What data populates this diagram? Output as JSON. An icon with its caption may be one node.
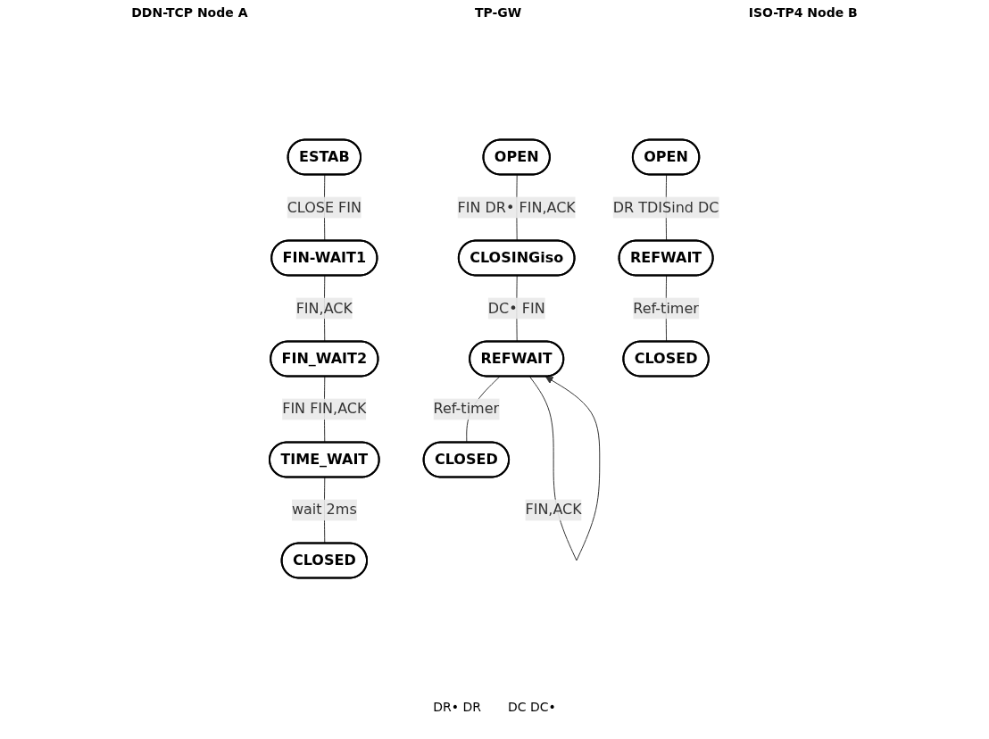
{
  "diagram": {
    "nodes": [
      {
        "text": [
          "ESTAB"
        ]
      },
      {
        "text": [
          "FIN-WAIT1"
        ]
      },
      {
        "text": [
          "FIN_WAIT2"
        ]
      },
      {
        "text": [
          "TIME_WAIT"
        ]
      },
      {
        "text": [
          "CLOSED"
        ]
      },
      {
        "text": [
          "OPEN"
        ]
      },
      {
        "text": [
          "CLOSINGiso"
        ]
      },
      {
        "text": [
          "REFWAIT"
        ]
      },
      {
        "text": [
          "CLOSED"
        ]
      },
      {
        "text": [
          "OPEN"
        ]
      },
      {
        "text": [
          "REFWAIT"
        ]
      },
      {
        "text": [
          "CLOSED"
        ]
      }
    ],
    "edges": [
      {
        "from": 0,
        "to": 1,
        "arrow": "none",
        "label": "CLOSE FIN"
      },
      {
        "from": 1,
        "to": 2,
        "arrow": "none",
        "label": "FIN,ACK"
      },
      {
        "from": 2,
        "to": 3,
        "arrow": "none",
        "label": "FIN FIN,ACK"
      },
      {
        "from": 3,
        "to": 4,
        "arrow": "none",
        "label": "wait 2ms"
      },
      {
        "from": 5,
        "to": 6,
        "arrow": "none",
        "label": "FIN DR• FIN,ACK"
      },
      {
        "from": 6,
        "to": 7,
        "arrow": "none",
        "label": "DC• FIN"
      },
      {
        "from": 7,
        "to": 7,
        "arrow": "to",
        "label": "FIN,ACK"
      },
      {
        "from": 7,
        "to": 8,
        "arrow": "none",
        "label": "Ref-timer"
      },
      {
        "from": 9,
        "to": 10,
        "arrow": "none",
        "label": "DR TDISind DC"
      },
      {
        "from": 10,
        "to": 11,
        "arrow": "none",
        "label": "Ref-timer"
      }
    ],
    "labels": [
      "DDN-TCP Node A",
      "TP-GW",
      "ISO-TP4 Node B",
      "DR• DR",
      "DC DC•"
    ]
  }
}
